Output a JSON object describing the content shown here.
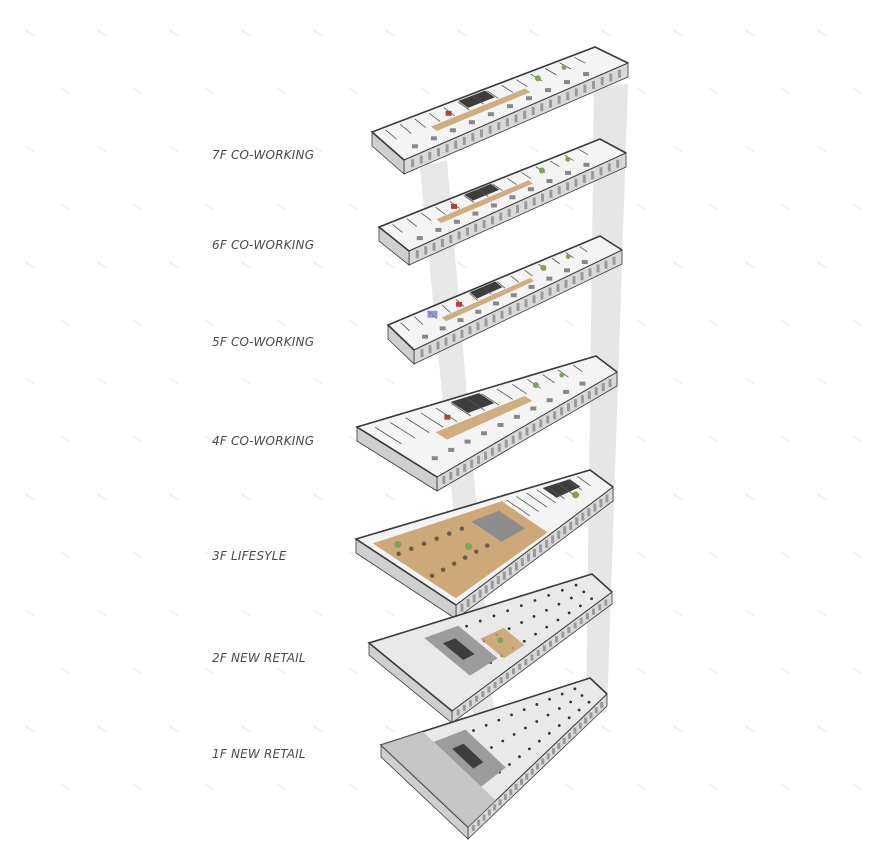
{
  "floors": [
    {
      "label": "7F CO-WORKING",
      "kind": "co-working"
    },
    {
      "label": "6F CO-WORKING",
      "kind": "co-working"
    },
    {
      "label": "5F CO-WORKING",
      "kind": "co-working"
    },
    {
      "label": "4F CO-WORKING",
      "kind": "co-working"
    },
    {
      "label": "3F LIFESYLE",
      "kind": "lifestyle"
    },
    {
      "label": "2F NEW RETAIL",
      "kind": "retail"
    },
    {
      "label": "1F NEW RETAIL",
      "kind": "retail-ground"
    }
  ],
  "colors": {
    "background": "#ffffff",
    "label_text": "#4a4a4a",
    "slab_top": "#f4f4f4",
    "slab_edge": "#d9d9d9",
    "outline": "#3a3a3a",
    "core_shaft": "#e3e3e3",
    "wood_floor": "#c9a06a",
    "dark_room": "#3d3d3d",
    "plant_green": "#7fa35a",
    "accent_red": "#b0433a",
    "accent_blue": "#7a7fc9",
    "watermark": "#eeeeee"
  }
}
